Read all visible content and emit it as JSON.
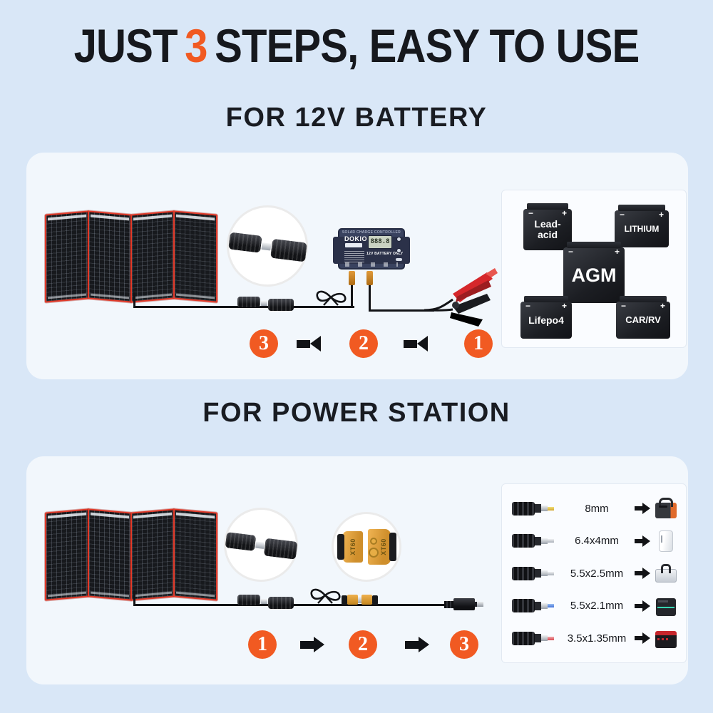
{
  "colors": {
    "accent_orange": "#f15a22",
    "background": "#d9e7f7",
    "panel_background": "#f2f7fc",
    "heading_text": "#16181d",
    "solar_frame_red": "#e23b2a",
    "controller_navy": "#39425f",
    "xt60_orange": "#e8a53c"
  },
  "header": {
    "title_prefix": "JUST",
    "title_number": "3",
    "title_suffix": "STEPS, EASY TO USE"
  },
  "battery_section": {
    "heading": "FOR 12V BATTERY",
    "controller": {
      "header_label": "SOLAR CHARGE CONTROLLER",
      "brand": "DOKIO",
      "lcd_value": "888.8",
      "note": "12V BATTERY ONLY"
    },
    "terminal_minus": "−",
    "terminal_plus": "+",
    "battery_types": [
      {
        "label": "Lead-acid"
      },
      {
        "label": "LITHIUM"
      },
      {
        "label": "AGM"
      },
      {
        "label": "Lifepo4"
      },
      {
        "label": "CAR/RV"
      }
    ],
    "steps": [
      {
        "n": "3"
      },
      {
        "n": "2"
      },
      {
        "n": "1"
      }
    ]
  },
  "power_section": {
    "heading": "FOR POWER STATION",
    "connector_left_label": "XT60",
    "connector_right_label": "XT60",
    "adapters": [
      {
        "size": "8mm",
        "tip_color": "#cfa42c"
      },
      {
        "size": "6.4x4mm",
        "tip_color": "#a7aeb7"
      },
      {
        "size": "5.5x2.5mm",
        "tip_color": "#a7aeb7"
      },
      {
        "size": "5.5x2.1mm",
        "tip_color": "#3f6fd8"
      },
      {
        "size": "3.5x1.35mm",
        "tip_color": "#d8474f"
      }
    ],
    "steps": [
      {
        "n": "1"
      },
      {
        "n": "2"
      },
      {
        "n": "3"
      }
    ]
  }
}
